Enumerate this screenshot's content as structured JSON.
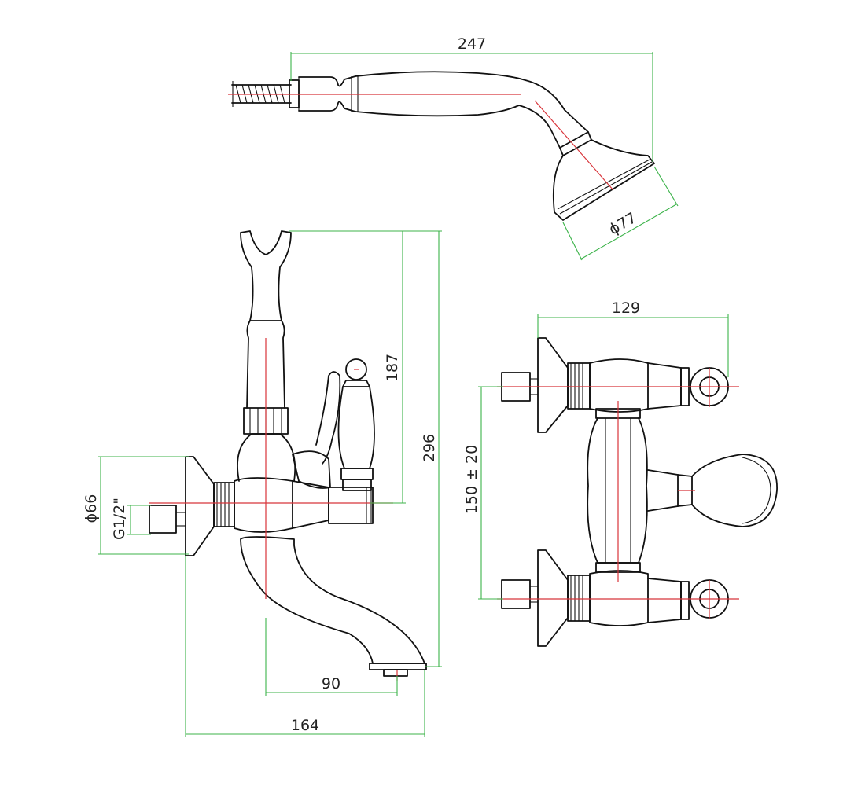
{
  "colors": {
    "outline": "#111111",
    "centerline": "#d8343a",
    "dimension_line": "#3cb34a",
    "text": "#222222"
  },
  "dimensions": {
    "hand_shower_length": "247",
    "hand_shower_head_diameter": "ϕ77",
    "front_total_height": "296",
    "front_upper_height": "187",
    "front_wall_diameter": "ϕ66",
    "front_thread": "G1/2\"",
    "front_spout_reach": "90",
    "front_total_depth": "164",
    "top_width": "129",
    "top_centers": "150 ± 20"
  }
}
